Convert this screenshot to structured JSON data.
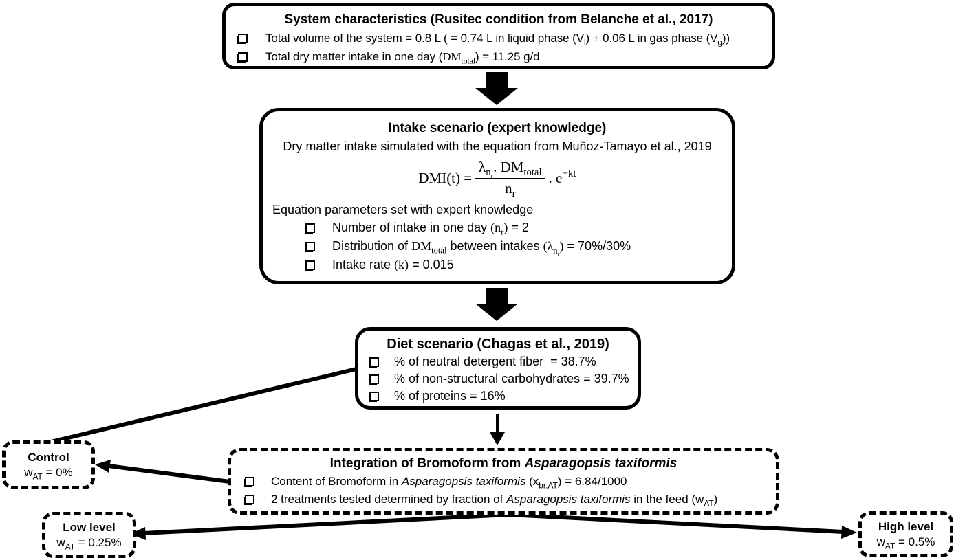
{
  "figure": {
    "background_color": "#ffffff",
    "ink_color": "#000000"
  },
  "icons": {
    "bullet": "ballot-box-square",
    "flow_arrow": "down-block-arrow"
  },
  "system_box": {
    "title": "System characteristics (Rusitec condition from Belanche et al., 2017)",
    "items": [
      {
        "pre": "Total volume of the system = 0.8 L ( = 0.74 L in liquid phase (V",
        "sub1": "l",
        "mid": ") + 0.06 L in gas phase (V",
        "sub2": "g",
        "post": "))"
      },
      {
        "pre": "Total dry matter intake in one day (",
        "m": "DM",
        "msub": "total",
        "post": ") = 11.25 g/d"
      }
    ]
  },
  "intake_box": {
    "title": "Intake scenario (expert knowledge)",
    "subtitle": "Dry matter intake simulated with the equation from Muñoz-Tamayo et al., 2019",
    "equation": {
      "lhs": "DMI(t) =",
      "lambda": "λ",
      "lambda_sub": "n",
      "lambda_subsub": "r",
      "num_dot": ". ",
      "dm": "DM",
      "dm_sub": "total",
      "den": "n",
      "den_sub": "r",
      "times_e": ". e",
      "exponent": "−kt"
    },
    "params_heading": "Equation parameters set with expert knowledge",
    "params": [
      {
        "pre": "Number of intake in one day ",
        "m1": "(n",
        "m1sub": "r",
        "m1end": ")",
        "post": " = 2"
      },
      {
        "pre": "Distribution of ",
        "m1": "DM",
        "m1sub": "total",
        "mid": " between intakes ",
        "m2": "(λ",
        "m2sub": "n",
        "m2subsub": "r",
        "m2end": ")",
        "post": " = 70%/30%"
      },
      {
        "pre": "Intake rate ",
        "m1": "(k)",
        "post": " = 0.015"
      }
    ]
  },
  "diet_box": {
    "title": "Diet scenario (Chagas et al., 2019)",
    "items": [
      "% of neutral detergent fiber  = 38.7%",
      "% of non-structural carbohydrates = 39.7%",
      "% of proteins = 16%"
    ]
  },
  "integration_box": {
    "title_pre": "Integration of Bromoform from ",
    "title_species": "Asparagopsis taxiformis",
    "items": [
      {
        "pre": "Content of Bromoform in ",
        "species": "Asparagopsis taxiformis",
        "mid": " (x",
        "sub": "br,AT",
        "post": ") = 6.84/1000"
      },
      {
        "pre": "2 treatments tested determined by fraction of ",
        "species": "Asparagopsis taxiformis",
        "mid": " in the feed (w",
        "sub": "AT",
        "post": ")"
      }
    ]
  },
  "treatments": {
    "control": {
      "label": "Control",
      "w": "w",
      "w_sub": "AT",
      "value": " = 0%"
    },
    "low": {
      "label": "Low level",
      "w": "w",
      "w_sub": "AT",
      "value": " = 0.25%"
    },
    "high": {
      "label": "High level",
      "w": "w",
      "w_sub": "AT",
      "value": " = 0.5%"
    }
  }
}
